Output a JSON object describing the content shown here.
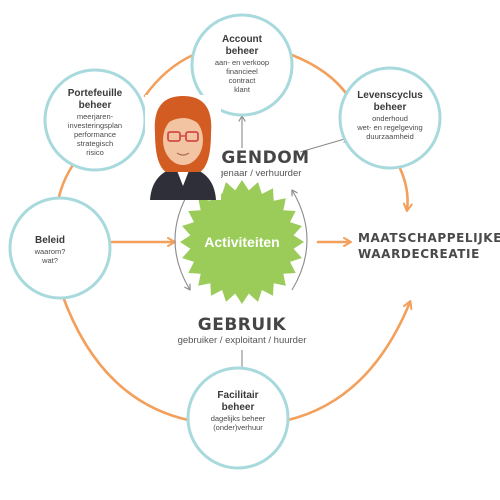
{
  "colors": {
    "ring": "#a8d9dd",
    "flow_arrow": "#f2a05c",
    "thin_arrow": "#8a8a8a",
    "star": "#9bcc5a",
    "hair": "#d35c23",
    "skin": "#f2c4a2",
    "glasses": "#d24b45",
    "jacket": "#2f2f3a"
  },
  "circles": {
    "account": {
      "title_1": "Account",
      "title_2": "beheer",
      "lines": [
        "aan- en verkoop",
        "financieel",
        "contract",
        "klant"
      ]
    },
    "portefeuille": {
      "title_1": "Portefeuille",
      "title_2": "beheer",
      "lines": [
        "meerjaren-",
        "investeringsplan",
        "performance",
        "strategisch",
        "risico"
      ]
    },
    "levenscyclus": {
      "title_1": "Levenscyclus",
      "title_2": "beheer",
      "lines": [
        "onderhoud",
        "wet- en regelgeving",
        "duurzaamheid"
      ]
    },
    "beleid": {
      "title_1": "Beleid",
      "lines": [
        "waarom?",
        "wat?"
      ]
    },
    "facilitair": {
      "title_1": "Facilitair",
      "title_2": "beheer",
      "lines": [
        "dagelijks beheer",
        "(onder)verhuur"
      ]
    }
  },
  "hub": {
    "eigendom_title": "EIGENDOM",
    "eigendom_sub": "eigenaar / verhuurder",
    "activiteiten": "Activiteiten",
    "gebruik_title": "GEBRUIK",
    "gebruik_sub": "gebruiker / exploitant / huurder"
  },
  "result": {
    "line_1": "MAATSCHAPPELIJKE",
    "line_2": "WAARDECREATIE"
  },
  "icons": [
    "person-avatar-icon",
    "starburst-icon",
    "arrow-icon",
    "cycle-arrow-icon"
  ]
}
